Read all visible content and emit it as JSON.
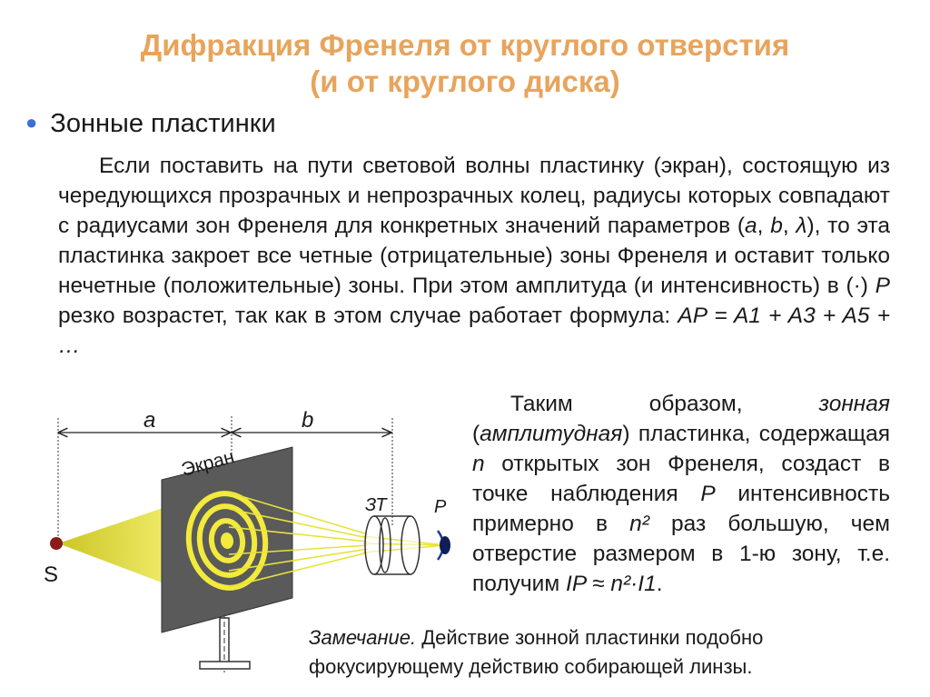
{
  "title": {
    "line1": "Дифракция Френеля от круглого отверстия",
    "line2": "(и от круглого диска)"
  },
  "bullet": {
    "label": "Зонные пластинки",
    "color": "#3b6fd8"
  },
  "paragraph1": {
    "t1": "Если поставить на пути световой волны пластинку (экран), состоящую из чередующихся прозрачных и непрозрачных колец, радиусы которых совпадают с радиусами зон Френеля для конкретных значений параметров (",
    "a": "a",
    "sep1": ", ",
    "b": "b",
    "sep2": ", ",
    "lambda": "λ",
    "t2": "), то эта пластинка закроет все четные (отрицательные) зоны Френеля и оставит только нечетные (положительные) зоны. При этом амплитуда (и интенсивность) в (·) ",
    "P": "P",
    "t3": " резко возрастет, так как в этом случае работает формула: ",
    "formula": "AP = A1 + A3 + A5 + …"
  },
  "paragraph2": {
    "t1": "Таким образом, ",
    "i1": "зонная",
    "t2": " (",
    "i2": "амплитудная",
    "t3": ") пластинка, содержащая ",
    "n": "n",
    "t4": " открытых зон Френеля, создаст в точке наблюдения ",
    "P": "P",
    "t5": " интенсивность примерно в ",
    "n2": "n²",
    "t6": " раз большую, чем отверстие размером в 1-ю зону, т.е. получим ",
    "formula": "IP ≈ n²·I1",
    "t7": "."
  },
  "note": {
    "label": "Замечание.",
    "text": " Действие зонной пластинки подобно фокусирующему действию собирающей линзы."
  },
  "diagram": {
    "label_a": "a",
    "label_b": "b",
    "label_screen": "Экран",
    "label_eye": "ЗТ",
    "label_p": "P",
    "label_s": "S"
  },
  "colors": {
    "title": "#e8a45c",
    "screen": "#555555",
    "ring": "#f2ea3c",
    "beam": "#e8e23a",
    "source": "#8b1a1a"
  }
}
